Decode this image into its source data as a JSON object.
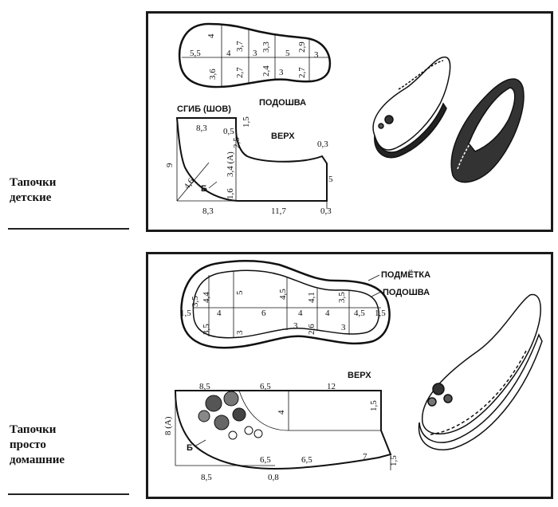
{
  "sections": [
    {
      "title_lines": [
        "Тапочки",
        "детские"
      ]
    },
    {
      "title_lines": [
        "Тапочки",
        "просто",
        "домашние"
      ]
    }
  ],
  "top": {
    "sole_label": "ПОДОШВА",
    "fold_label": "СГИБ (ШОВ)",
    "upper_label": "ВЕРХ",
    "point_b": "Б",
    "sole_dims": [
      "5,5",
      "4",
      "3,6",
      "4",
      "3,7",
      "2,7",
      "3",
      "3,3",
      "2,4",
      "3",
      "5",
      "2,9",
      "2,7",
      "3"
    ],
    "upper_dims": [
      "8,3",
      "0,5",
      "1,5",
      "2,5",
      "3,4 (А)",
      "0,3",
      "9",
      "4,6",
      "1,6",
      "5",
      "8,3",
      "11,7",
      "0,3"
    ]
  },
  "bottom": {
    "outsole_label": "ПОДМЁТКА",
    "sole_label": "ПОДОШВА",
    "upper_label": "ВЕРХ",
    "point_b": "Б",
    "sole_dims": [
      "1,5",
      "3,5",
      "4,4",
      "3,5",
      "4",
      "5",
      "3",
      "6",
      "4,5",
      "3",
      "4",
      "2,6",
      "4,1",
      "4",
      "3",
      "3,5",
      "4,5",
      "1,5"
    ],
    "upper_dims": [
      "8,5",
      "6,5",
      "12",
      "4",
      "1,5",
      "8 (А)",
      "6,5",
      "6,5",
      "7",
      "1,5",
      "8,5",
      "0,8"
    ]
  }
}
